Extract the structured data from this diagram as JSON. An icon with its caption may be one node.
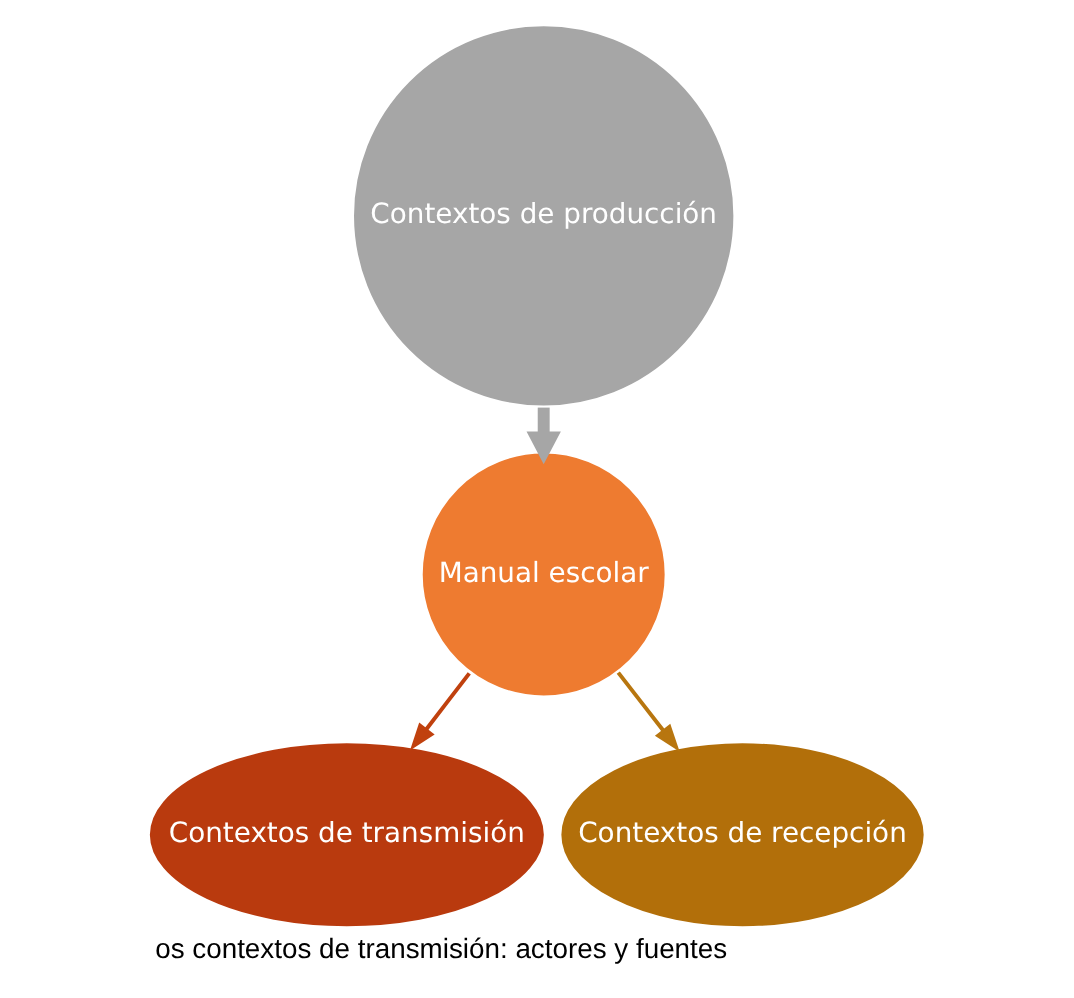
{
  "diagram": {
    "caption": "os contextos de transmisión: actores y fuentes",
    "nodes": [
      {
        "text": [
          "Contextos de producción"
        ]
      },
      {
        "text": [
          "Manual escolar"
        ]
      },
      {
        "text": [
          "Contextos de transmisión"
        ]
      },
      {
        "text": [
          "Contextos de recepción"
        ]
      }
    ],
    "edges": [
      {
        "from": 0,
        "to": 1,
        "arrow": "to",
        "style": "thick",
        "color": "#a6a6a6"
      },
      {
        "from": 1,
        "to": 2,
        "arrow": "to",
        "color": "#c0410e"
      },
      {
        "from": 1,
        "to": 3,
        "arrow": "to",
        "color": "#b8760f"
      }
    ]
  }
}
